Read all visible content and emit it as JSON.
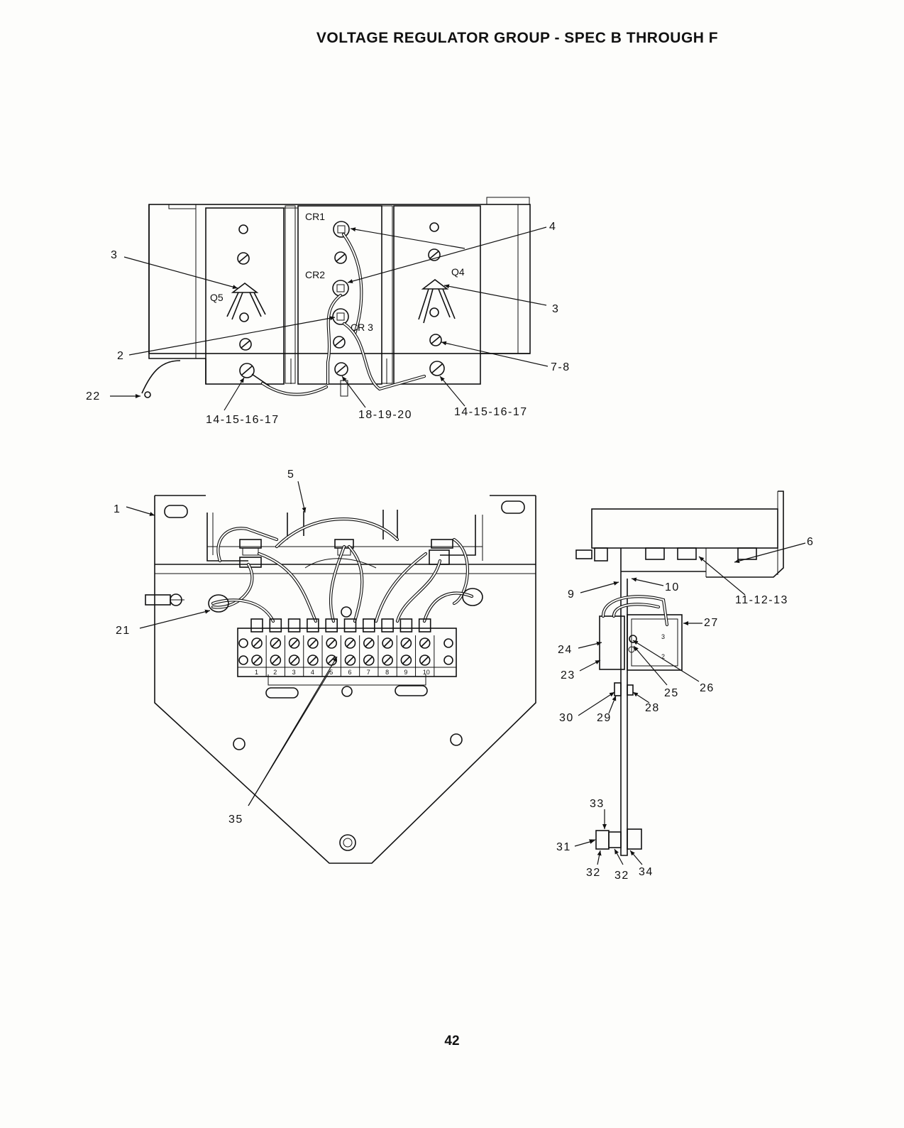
{
  "page": {
    "title": "VOLTAGE REGULATOR GROUP - SPEC B THROUGH F",
    "page_number": "42"
  },
  "top_view": {
    "component_labels": [
      "CR1",
      "CR2",
      "CR 3",
      "Q5",
      "Q4"
    ],
    "callouts": {
      "c3a": "3",
      "c3b": "3",
      "c4": "4",
      "c2": "2",
      "c7_8": "7-8",
      "c22": "22",
      "c14a": "14-15-16-17",
      "c18": "18-19-20",
      "c14b": "14-15-16-17"
    }
  },
  "front_view": {
    "callouts": {
      "c1": "1",
      "c5": "5",
      "c21": "21",
      "c35": "35"
    },
    "terminal_numbers": [
      "1",
      "2",
      "3",
      "4",
      "5",
      "6",
      "7",
      "8",
      "9",
      "10"
    ]
  },
  "side_view": {
    "callouts": {
      "c6": "6",
      "c9": "9",
      "c10": "10",
      "c11": "11-12-13",
      "c27": "27",
      "c24": "24",
      "c23": "23",
      "c25": "25",
      "c26": "26",
      "c28": "28",
      "c30": "30",
      "c29": "29",
      "c33": "33",
      "c31": "31",
      "c32a": "32",
      "c32b": "32",
      "c34": "34"
    },
    "relay_terminals": [
      "3",
      "2"
    ]
  }
}
